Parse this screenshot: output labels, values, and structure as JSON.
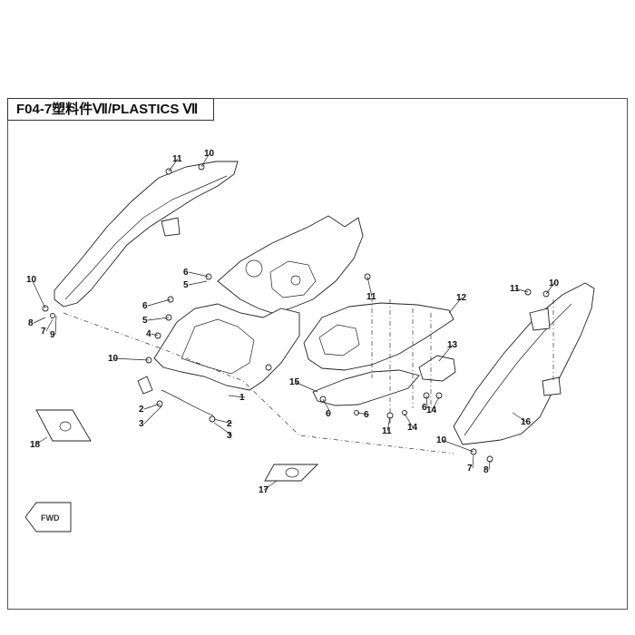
{
  "title": "F04-7塑料件Ⅶ/PLASTICS Ⅶ",
  "fwd_label": "FWD",
  "callouts": [
    "11",
    "10",
    "10",
    "8",
    "7",
    "9",
    "6",
    "5",
    "6",
    "5",
    "4",
    "10",
    "2",
    "3",
    "1",
    "2",
    "3",
    "11",
    "12",
    "13",
    "15",
    "6",
    "11",
    "6",
    "14",
    "6",
    "14",
    "11",
    "10",
    "16",
    "10",
    "7",
    "8",
    "17",
    "18"
  ]
}
